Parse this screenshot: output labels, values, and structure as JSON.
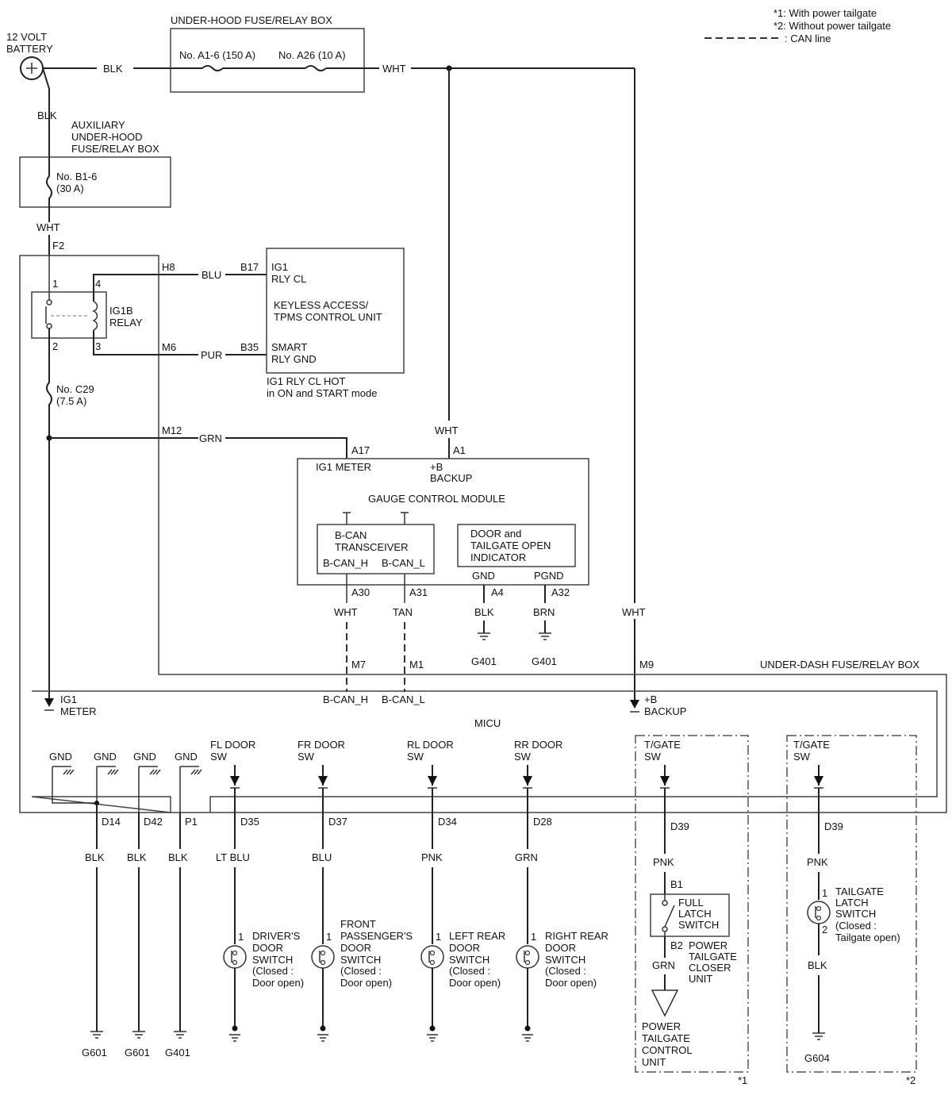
{
  "legend": {
    "note1": "*1: With power tailgate",
    "note2": "*2: Without power tailgate",
    "can_line": ": CAN line"
  },
  "battery": {
    "line1": "12 VOLT",
    "line2": "BATTERY"
  },
  "under_hood_box": {
    "title": "UNDER-HOOD FUSE/RELAY BOX",
    "fuse1": "No. A1-6 (150 A)",
    "fuse2": "No. A26 (10 A)"
  },
  "aux_box": {
    "line1": "AUXILIARY",
    "line2": "UNDER-HOOD",
    "line3": "FUSE/RELAY BOX",
    "fuse_line1": "No. B1-6",
    "fuse_line2": "(30 A)"
  },
  "under_dash_box": {
    "title": "UNDER-DASH FUSE/RELAY BOX",
    "relay_line1": "IG1B",
    "relay_line2": "RELAY",
    "fuse_line1": "No. C29",
    "fuse_line2": "(7.5 A)",
    "micu": "MICU",
    "ig1_meter_line1": "IG1",
    "ig1_meter_line2": "METER",
    "backup_line1": "+B",
    "backup_line2": "BACKUP",
    "gnd": "GND"
  },
  "keyless": {
    "pin1_line1": "IG1",
    "pin1_line2": "RLY CL",
    "title_line1": "KEYLESS ACCESS/",
    "title_line2": "TPMS CONTROL UNIT",
    "pin2_line1": "SMART",
    "pin2_line2": "RLY GND",
    "note_line1": "IG1 RLY CL HOT",
    "note_line2": "in ON and START mode"
  },
  "gauge": {
    "title": "GAUGE CONTROL MODULE",
    "ig1_meter": "IG1 METER",
    "backup_line1": "+B",
    "backup_line2": "BACKUP",
    "transceiver_line1": "B-CAN",
    "transceiver_line2": "TRANSCEIVER",
    "bcan_h": "B-CAN_H",
    "bcan_l": "B-CAN_L",
    "indicator_line1": "DOOR and",
    "indicator_line2": "TAILGATE OPEN",
    "indicator_line3": "INDICATOR",
    "gnd": "GND",
    "pgnd": "PGND"
  },
  "wires": {
    "blk": "BLK",
    "wht": "WHT",
    "blu": "BLU",
    "pur": "PUR",
    "grn": "GRN",
    "tan": "TAN",
    "brn": "BRN",
    "pnk": "PNK",
    "lt_blu": "LT BLU"
  },
  "connectors": {
    "f2": "F2",
    "h8": "H8",
    "m6": "M6",
    "b17": "B17",
    "b35": "B35",
    "m12": "M12",
    "a17": "A17",
    "a1": "A1",
    "a30": "A30",
    "a31": "A31",
    "a4": "A4",
    "a32": "A32",
    "m7": "M7",
    "m1": "M1",
    "m9": "M9",
    "d14": "D14",
    "d42": "D42",
    "p1": "P1",
    "d35": "D35",
    "d37": "D37",
    "d34": "D34",
    "d28": "D28",
    "d39": "D39",
    "b1": "B1",
    "b2": "B2"
  },
  "relay_pins": {
    "p1": "1",
    "p2": "2",
    "p3": "3",
    "p4": "4"
  },
  "grounds": {
    "g401": "G401",
    "g601": "G601",
    "g604": "G604"
  },
  "micu_inputs": {
    "fl_line1": "FL DOOR",
    "fr_line1": "FR DOOR",
    "rl_line1": "RL DOOR",
    "rr_line1": "RR DOOR",
    "sw": "SW",
    "tgate_line1": "T/GATE"
  },
  "switches": {
    "driver": [
      "DRIVER'S",
      "DOOR",
      "SWITCH",
      "(Closed :",
      "Door open)"
    ],
    "front_pass": [
      "FRONT",
      "PASSENGER'S",
      "DOOR",
      "SWITCH",
      "(Closed :",
      "Door open)"
    ],
    "left_rear": [
      "LEFT REAR",
      "DOOR",
      "SWITCH",
      "(Closed :",
      "Door open)"
    ],
    "right_rear": [
      "RIGHT REAR",
      "DOOR",
      "SWITCH",
      "(Closed :",
      "Door open)"
    ],
    "pin1": "1",
    "pin2": "2",
    "full_latch": [
      "FULL",
      "LATCH",
      "SWITCH"
    ],
    "closer_unit": [
      "POWER",
      "TAILGATE",
      "CLOSER",
      "UNIT"
    ],
    "control_unit": [
      "POWER",
      "TAILGATE",
      "CONTROL",
      "UNIT"
    ],
    "tailgate_latch": [
      "TAILGATE",
      "LATCH",
      "SWITCH",
      "(Closed :",
      "Tailgate open)"
    ]
  },
  "groups": {
    "star1": "*1",
    "star2": "*2"
  }
}
